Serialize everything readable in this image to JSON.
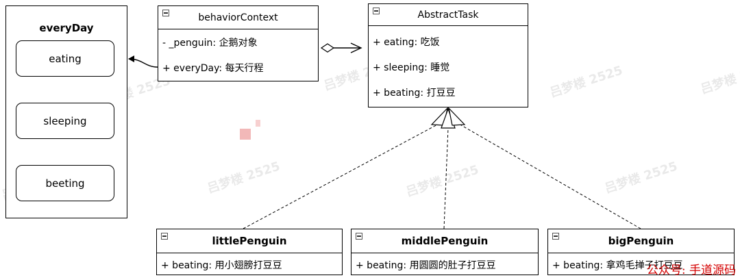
{
  "watermark": "吕梦楼 2525",
  "state_frame": {
    "title": "everyDay",
    "states": [
      "eating",
      "sleeping",
      "beeting"
    ]
  },
  "context_class": {
    "name": "behaviorContext",
    "attributes": [
      "- _penguin: 企鹅对象",
      "+ everyDay: 每天行程"
    ]
  },
  "abstract_class": {
    "name": "AbstractTask",
    "attributes": [
      "+ eating: 吃饭",
      "+ sleeping: 睡觉",
      "+ beating: 打豆豆"
    ]
  },
  "subclasses": [
    {
      "name": "littlePenguin",
      "attribute": "+ beating: 用小翅膀打豆豆"
    },
    {
      "name": "middlePenguin",
      "attribute": "+ beating: 用圆圆的肚子打豆豆"
    },
    {
      "name": "bigPenguin",
      "attribute": "+ beating: 拿鸡毛掸子打豆豆"
    }
  ],
  "footer_brand": "公众号: 手道源码"
}
